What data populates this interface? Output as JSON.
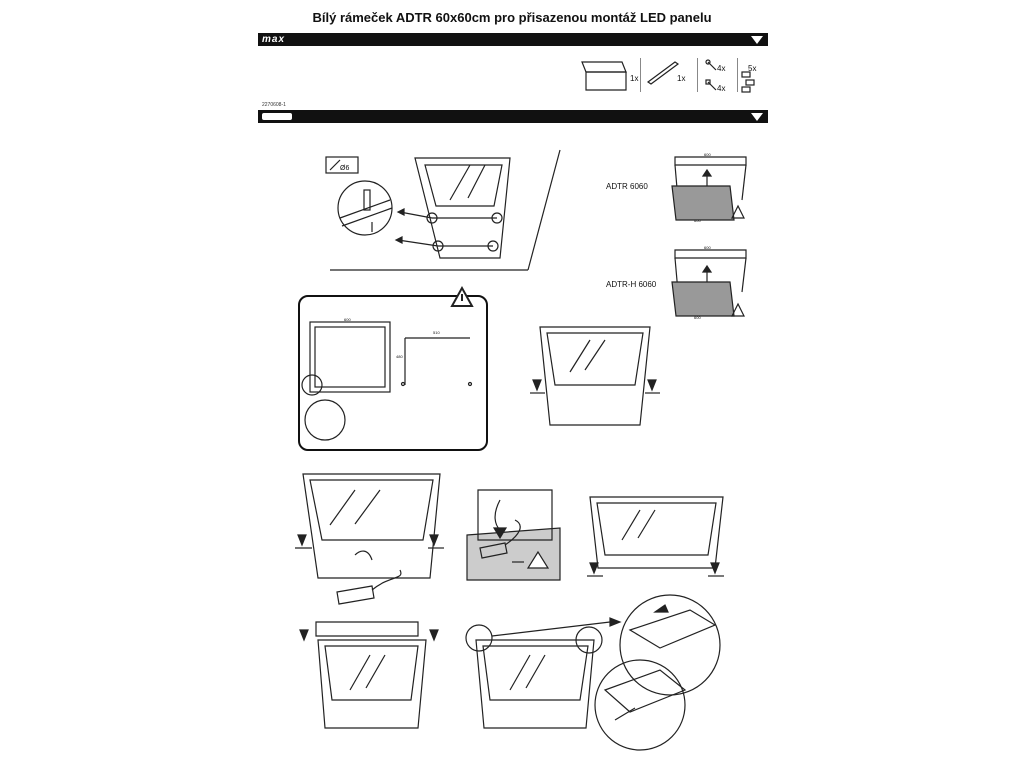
{
  "document": {
    "title": "Bílý rámeček ADTR 60x60cm pro přisazenou montáž LED panelu",
    "brand": "max",
    "code": "2270608-1"
  },
  "contents": {
    "items": [
      {
        "name": "frame",
        "count": "1x"
      },
      {
        "name": "profile",
        "count": "1x"
      },
      {
        "name": "screw",
        "count": "4x"
      },
      {
        "name": "dowel",
        "count": "4x"
      },
      {
        "name": "connector",
        "count": "5x"
      }
    ]
  },
  "tools": {
    "drill_diameter": "Ø6"
  },
  "models": {
    "a": {
      "label": "ADTR 6060",
      "width": "600",
      "depth": "600"
    },
    "b": {
      "label": "ADTR-H 6060",
      "width": "600",
      "depth": "600"
    }
  },
  "drilling": {
    "frame_size": "600",
    "hole_spacing": "510",
    "hole_height": "480"
  },
  "icons": [
    "warning-icon",
    "down-arrow-icon",
    "electric-hazard-icon"
  ]
}
